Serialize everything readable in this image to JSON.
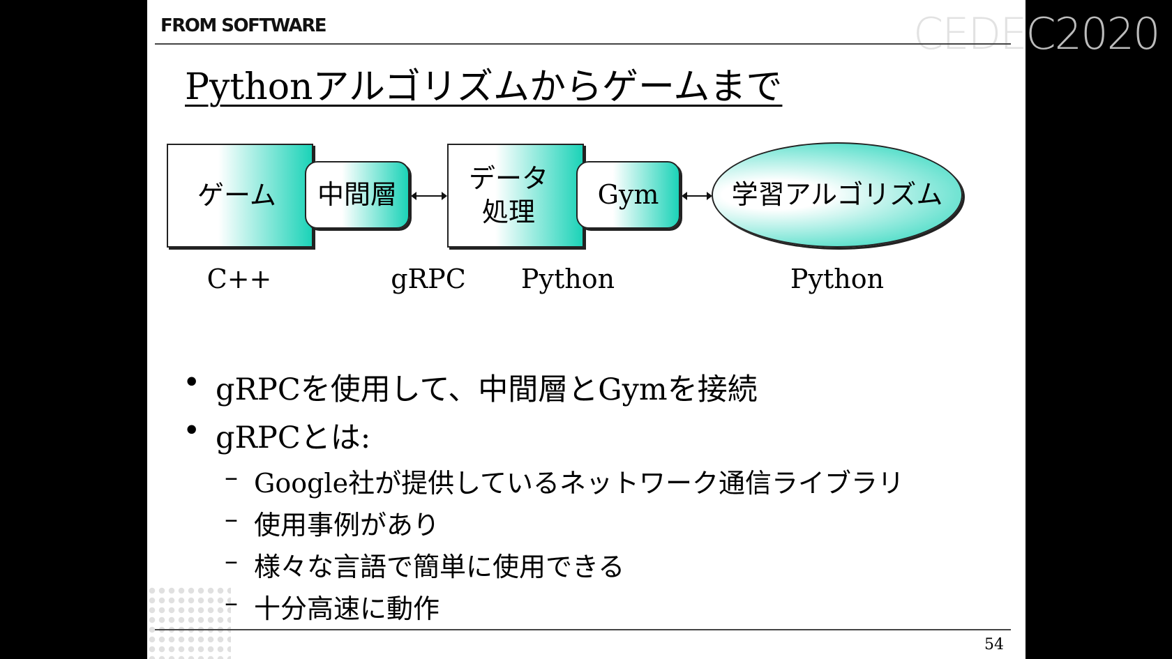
{
  "header": {
    "brand": "FROM SOFTWARE",
    "event_logo": "CEDEC2020"
  },
  "title": "Pythonアルゴリズムからゲームまで",
  "diagram": {
    "game_box": "ゲーム",
    "middle_layer": "中間層",
    "data_processing_line1": "データ",
    "data_processing_line2": "処理",
    "gym": "Gym",
    "learning_algorithm": "学習アルゴリズム",
    "labels": [
      "C++",
      "gRPC",
      "Python",
      "Python"
    ],
    "fill_color": "#1cd3b8"
  },
  "bullets": [
    {
      "text": "gRPCを使用して、中間層とGymを接続"
    },
    {
      "text": "gRPCとは:"
    }
  ],
  "sub_bullets": [
    "Google社が提供しているネットワーク通信ライブラリ",
    "使用事例があり",
    "様々な言語で簡単に使用できる",
    "十分高速に動作"
  ],
  "page_number": "54"
}
